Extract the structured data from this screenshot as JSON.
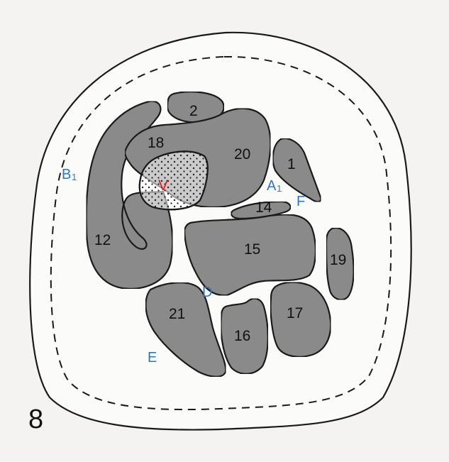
{
  "figure": {
    "number": "8"
  },
  "labels": {
    "m1": "1",
    "m2": "2",
    "m12": "12",
    "m14": "14",
    "m15": "15",
    "m16": "16",
    "m17": "17",
    "m18": "18",
    "m19": "19",
    "m20": "20",
    "m21": "21",
    "vessel": "V",
    "A": "A",
    "A_sub": "1",
    "B": "B",
    "B_sub": "1",
    "D": "D",
    "E": "E",
    "F": "F"
  },
  "colors": {
    "muscle_fill": "#8d8d8d",
    "outline": "#1a1a1a",
    "background": "#f4f3f1",
    "label_blue": "#2b78c0",
    "label_red": "#e21d1d"
  }
}
